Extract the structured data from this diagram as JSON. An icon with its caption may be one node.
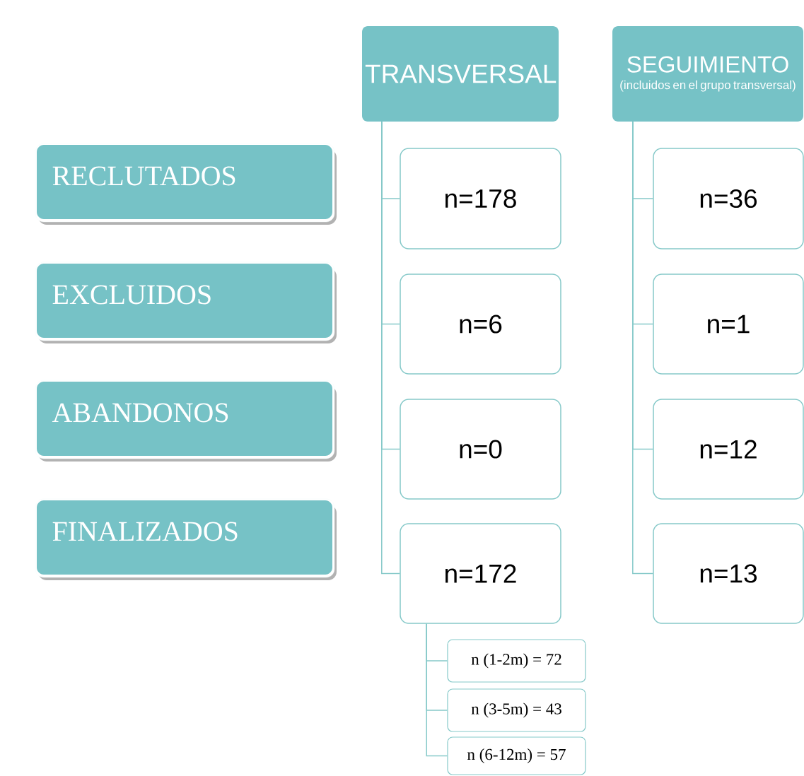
{
  "diagram": {
    "nodes": [
      {
        "text": [
          "RECLUTADOS"
        ]
      },
      {
        "text": [
          "EXCLUIDOS"
        ]
      },
      {
        "text": [
          "ABANDONOS"
        ]
      },
      {
        "text": [
          "FINALIZADOS"
        ]
      },
      {
        "text": [
          "TRANSVERSAL"
        ]
      },
      {
        "text": [
          "n=178"
        ]
      },
      {
        "text": [
          "n=6"
        ]
      },
      {
        "text": [
          "n=0"
        ]
      },
      {
        "text": [
          "n=172"
        ]
      },
      {
        "text": [
          "SEGUIMIENTO",
          "(incluidos en el grupo transversal)"
        ]
      },
      {
        "text": [
          "n=36"
        ]
      },
      {
        "text": [
          "n=1"
        ]
      },
      {
        "text": [
          "n=12"
        ]
      },
      {
        "text": [
          "n=13"
        ]
      },
      {
        "text": [
          "n (1-2m) = 72"
        ]
      },
      {
        "text": [
          "n (3-5m) = 43"
        ]
      },
      {
        "text": [
          "n (6-12m) = 57"
        ]
      }
    ],
    "edges": [
      {
        "from": 4,
        "to": 5,
        "arrow": "none"
      },
      {
        "from": 4,
        "to": 6,
        "arrow": "none"
      },
      {
        "from": 4,
        "to": 7,
        "arrow": "none"
      },
      {
        "from": 4,
        "to": 8,
        "arrow": "none"
      },
      {
        "from": 9,
        "to": 10,
        "arrow": "none"
      },
      {
        "from": 9,
        "to": 11,
        "arrow": "none"
      },
      {
        "from": 9,
        "to": 12,
        "arrow": "none"
      },
      {
        "from": 9,
        "to": 13,
        "arrow": "none"
      },
      {
        "from": 8,
        "to": 14,
        "arrow": "none"
      },
      {
        "from": 8,
        "to": 15,
        "arrow": "none"
      },
      {
        "from": 8,
        "to": 16,
        "arrow": "none"
      }
    ]
  }
}
